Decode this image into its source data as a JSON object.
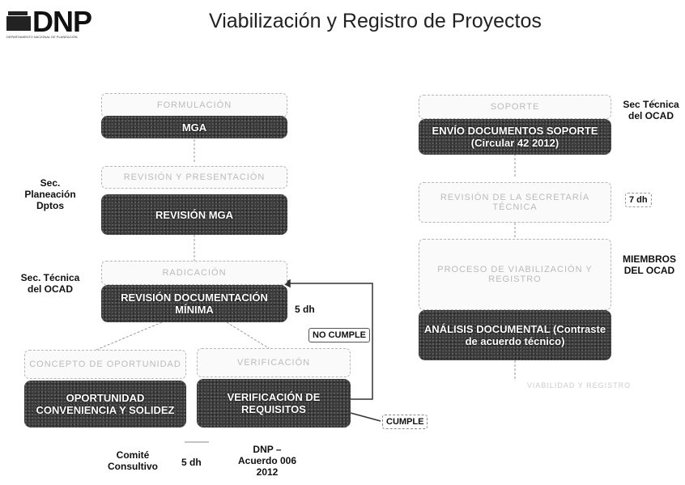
{
  "header": {
    "logo_text": "DNP",
    "title": "Viabilización y Registro de Proyectos"
  },
  "left": {
    "step1_box": "MGA",
    "step2_box": "REVISIÓN MGA",
    "step3_box": "REVISIÓN DOCUMENTACIÓN MÍNIMA",
    "step4a_box": "OPORTUNIDAD CONVENIENCIA Y SOLIDEZ",
    "step4b_box": "VERIFICACIÓN DE REQUISITOS"
  },
  "right": {
    "step1_box": "ENVÍO DOCUMENTOS SOPORTE (Circular 42 2012)",
    "step2_box": "ANÁLISIS DOCUMENTAL (Contraste de acuerdo técnico)"
  },
  "actors": {
    "sec_planeacion": "Sec. Planeación Dptos",
    "sec_tecnica_left": "Sec. Técnica del OCAD",
    "sec_tecnica_right": "Sec Técnica del OCAD",
    "miembros": "MIEMBROS DEL OCAD",
    "comite": "Comité Consultivo",
    "dnp": "DNP – Acuerdo 006 2012"
  },
  "timings": {
    "t1": "5 dh",
    "t2": "7 dh",
    "t3": "5 dh"
  },
  "decisions": {
    "no_cumple": "NO CUMPLE",
    "cumple": "CUMPLE"
  }
}
